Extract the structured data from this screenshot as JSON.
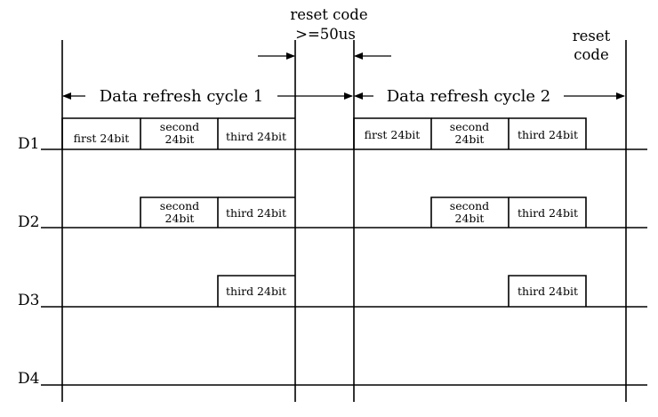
{
  "reset_code_mid": {
    "line1": "reset code",
    "line2": ">=50us"
  },
  "reset_code_right": {
    "line1": "reset",
    "line2": "code"
  },
  "cycles": [
    {
      "label": "Data refresh cycle 1"
    },
    {
      "label": "Data refresh cycle 2"
    }
  ],
  "rows": [
    {
      "label": "D1",
      "cells": [
        {
          "lines": [
            "first 24bit"
          ]
        },
        {
          "lines": [
            "second",
            "24bit"
          ]
        },
        {
          "lines": [
            "third 24bit"
          ]
        }
      ]
    },
    {
      "label": "D2",
      "cells": [
        {
          "lines": [
            "second",
            "24bit"
          ]
        },
        {
          "lines": [
            "third 24bit"
          ]
        }
      ]
    },
    {
      "label": "D3",
      "cells": [
        {
          "lines": [
            "third 24bit"
          ]
        }
      ]
    },
    {
      "label": "D4",
      "cells": []
    }
  ]
}
